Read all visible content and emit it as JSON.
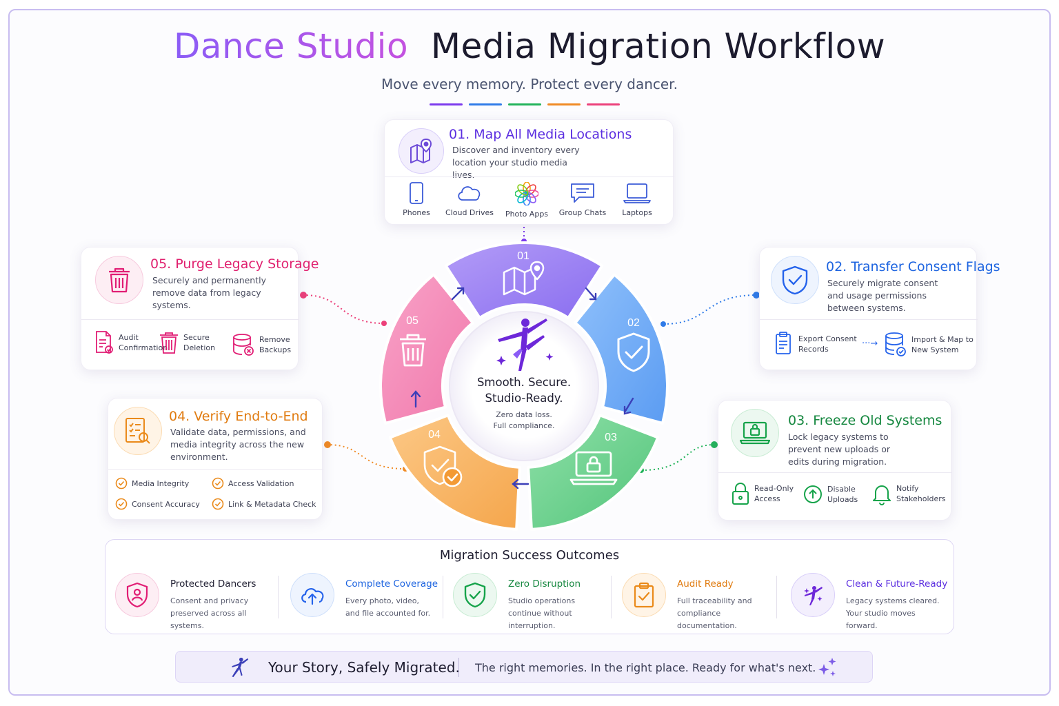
{
  "header": {
    "title_accent": "Dance Studio",
    "title_main": "Media Migration Workflow",
    "subtitle": "Move every memory. Protect every dancer."
  },
  "colors": {
    "purple": "#7c3aed",
    "blue": "#2563eb",
    "green": "#16a34a",
    "orange": "#ea8a1a",
    "pink": "#e11d74"
  },
  "center": {
    "headline_line1": "Smooth. Secure.",
    "headline_line2": "Studio-Ready.",
    "caption_line1": "Zero data loss.",
    "caption_line2": "Full compliance."
  },
  "wheel": {
    "segments": [
      "01",
      "02",
      "03",
      "04",
      "05"
    ]
  },
  "steps": {
    "s1": {
      "title": "01. Map All Media Locations",
      "description": "Discover and inventory every location your studio media lives.",
      "items": [
        "Phones",
        "Cloud Drives",
        "Photo Apps",
        "Group Chats",
        "Laptops"
      ]
    },
    "s2": {
      "title": "02. Transfer Consent Flags",
      "description": "Securely migrate consent and usage permissions between systems.",
      "items": [
        "Export Consent\nRecords",
        "Import & Map to\nNew System"
      ]
    },
    "s3": {
      "title": "03. Freeze Old Systems",
      "description": "Lock legacy systems to prevent new uploads or edits during migration.",
      "items": [
        "Read-Only\nAccess",
        "Disable\nUploads",
        "Notify\nStakeholders"
      ]
    },
    "s4": {
      "title": "04. Verify End-to-End",
      "description": "Validate data, permissions, and media integrity across the new environment.",
      "items": [
        "Media Integrity",
        "Access Validation",
        "Consent Accuracy",
        "Link & Metadata Check"
      ]
    },
    "s5": {
      "title": "05. Purge Legacy Storage",
      "description": "Securely and permanently remove data from legacy systems.",
      "items": [
        "Audit\nConfirmation",
        "Secure\nDeletion",
        "Remove\nBackups"
      ]
    }
  },
  "outcomes": {
    "title": "Migration Success Outcomes",
    "items": [
      {
        "title": "Protected Dancers",
        "description": "Consent and privacy preserved across all systems.",
        "icon": "shield-person-icon"
      },
      {
        "title": "Complete Coverage",
        "description": "Every photo, video, and file accounted for.",
        "icon": "cloud-upload-icon"
      },
      {
        "title": "Zero Disruption",
        "description": "Studio operations continue without interruption.",
        "icon": "shield-check-icon"
      },
      {
        "title": "Audit Ready",
        "description": "Full traceability and compliance documentation.",
        "icon": "clipboard-check-icon"
      },
      {
        "title": "Clean & Future-Ready",
        "description": "Legacy systems cleared. Your studio moves forward.",
        "icon": "dancer-sparkle-icon"
      }
    ]
  },
  "footer": {
    "tagline": "Your Story, Safely Migrated.",
    "subtext": "The right memories. In the right place. Ready for what's next."
  }
}
